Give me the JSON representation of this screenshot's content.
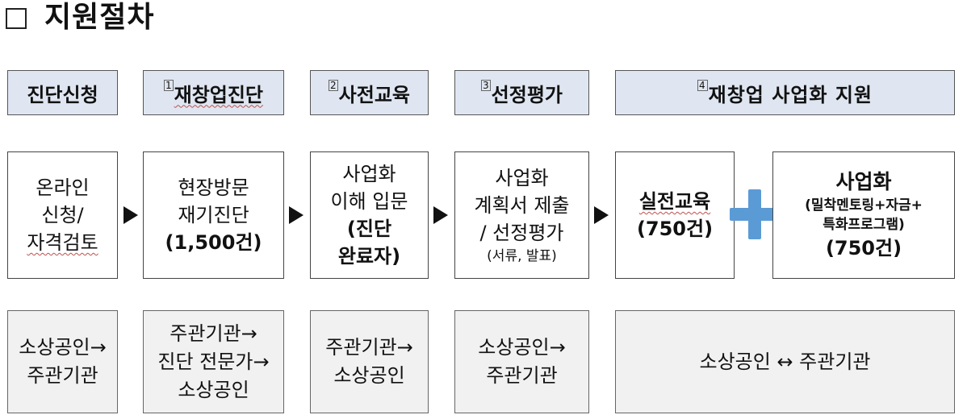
{
  "title": {
    "icon": "square-outline-icon",
    "text": "지원절차"
  },
  "headers": [
    {
      "num": "",
      "label": "진단신청"
    },
    {
      "num": "1",
      "label": "재창업진단"
    },
    {
      "num": "2",
      "label": "사전교육"
    },
    {
      "num": "3",
      "label": "선정평가"
    },
    {
      "num": "4",
      "label": "재창업 사업화 지원"
    }
  ],
  "steps": {
    "apply": {
      "l1": "온라인",
      "l2": "신청/",
      "l3": "자격검토"
    },
    "diagnosis": {
      "l1": "현장방문",
      "l2": "재기진단",
      "l3": "(1,500건)"
    },
    "pre_edu": {
      "l1": "사업화",
      "l2": "이해 입문",
      "l3": "(진단",
      "l4": "완료자)"
    },
    "eval": {
      "l1": "사업화",
      "l2": "계획서 제출",
      "l3": "/ 선정평가",
      "l4": "(서류, 발표)"
    },
    "practical": {
      "l1": "실전교육",
      "l2": "(750건)"
    },
    "commercial": {
      "l1": "사업화",
      "l2": "(밀착멘토링+자금+",
      "l3": "특화프로그램)",
      "l4": "(750건)"
    }
  },
  "flows": {
    "apply": {
      "l1": "소상공인→",
      "l2": "주관기관"
    },
    "diagnosis": {
      "l1": "주관기관→",
      "l2": "진단 전문가→",
      "l3": "소상공인"
    },
    "pre_edu": {
      "l1": "주관기관→",
      "l2": "소상공인"
    },
    "eval": {
      "l1": "소상공인→",
      "l2": "주관기관"
    },
    "support": {
      "l1": "소상공인 ↔ 주관기관"
    }
  },
  "colors": {
    "header_bg": "#dfe6f1",
    "plus": "#5b9bd5",
    "bottom_bg": "#f1f1f1"
  }
}
